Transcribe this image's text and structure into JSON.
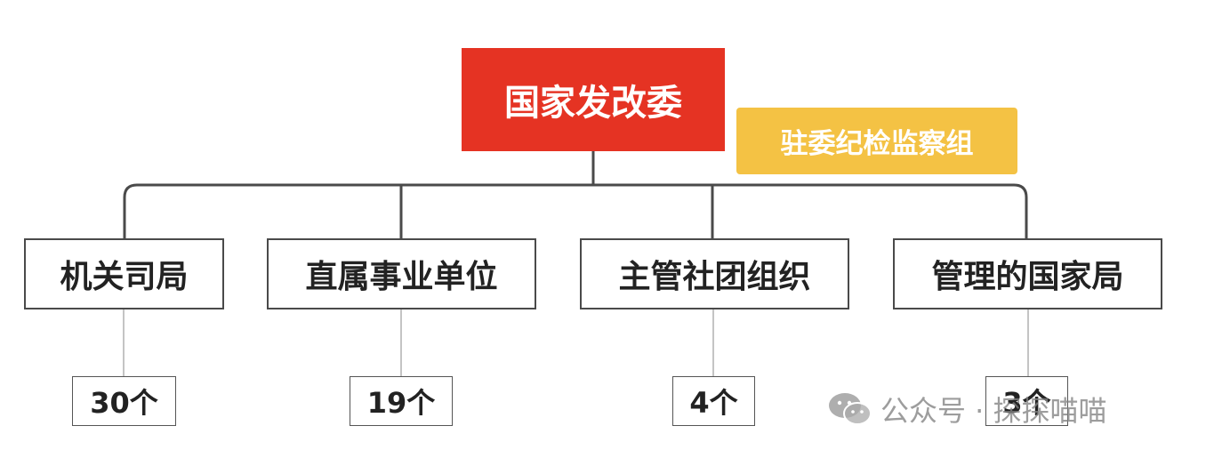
{
  "root": {
    "label": "国家发改委",
    "color": "#e53323"
  },
  "side_node": {
    "label": "驻委纪检监察组",
    "color": "#f4c244"
  },
  "branches": [
    {
      "label": "机关司局",
      "count": "30个"
    },
    {
      "label": "直属事业单位",
      "count": "19个"
    },
    {
      "label": "主管社团组织",
      "count": "4个"
    },
    {
      "label": "管理的国家局",
      "count": "3个"
    }
  ],
  "watermark": {
    "icon": "wechat-icon",
    "text": "公众号 · 探探喵喵"
  }
}
